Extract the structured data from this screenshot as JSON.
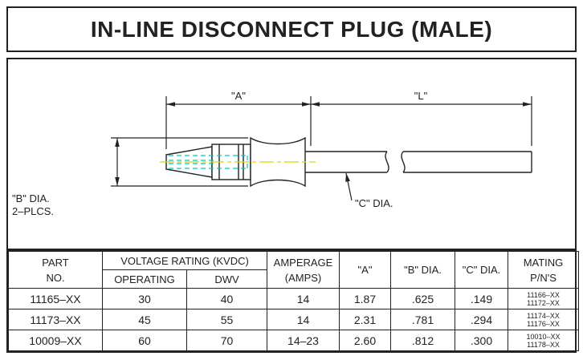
{
  "title": "IN-LINE DISCONNECT PLUG (MALE)",
  "drawing": {
    "dim_a_label": "\"A\"",
    "dim_l_label": "\"L\"",
    "b_dia_label": "\"B\" DIA.",
    "b_dia_places": "2–PLCS.",
    "c_dia_label": "\"C\" DIA.",
    "colors": {
      "line": "#222222",
      "hidden": "#00c8c8",
      "centerline": "#d8d800"
    }
  },
  "table": {
    "headers": {
      "part_no_line1": "PART",
      "part_no_line2": "NO.",
      "voltage_rating": "VOLTAGE RATING (KVDC)",
      "operating": "OPERATING",
      "dwv": "DWV",
      "amperage_line1": "AMPERAGE",
      "amperage_line2": "(AMPS)",
      "a": "\"A\"",
      "b_dia": "\"B\" DIA.",
      "c_dia": "\"C\" DIA.",
      "mating_line1": "MATING",
      "mating_line2": "P/N'S"
    },
    "rows": [
      {
        "part_no": "11165–XX",
        "operating": "30",
        "dwv": "40",
        "amperage": "14",
        "a": "1.87",
        "b_dia": ".625",
        "c_dia": ".149",
        "mating_1": "11166–XX",
        "mating_2": "11172–XX"
      },
      {
        "part_no": "11173–XX",
        "operating": "45",
        "dwv": "55",
        "amperage": "14",
        "a": "2.31",
        "b_dia": ".781",
        "c_dia": ".294",
        "mating_1": "11174–XX",
        "mating_2": "11176–XX"
      },
      {
        "part_no": "10009–XX",
        "operating": "60",
        "dwv": "70",
        "amperage": "14–23",
        "a": "2.60",
        "b_dia": ".812",
        "c_dia": ".300",
        "mating_1": "10010–XX",
        "mating_2": "11178–XX"
      }
    ]
  }
}
